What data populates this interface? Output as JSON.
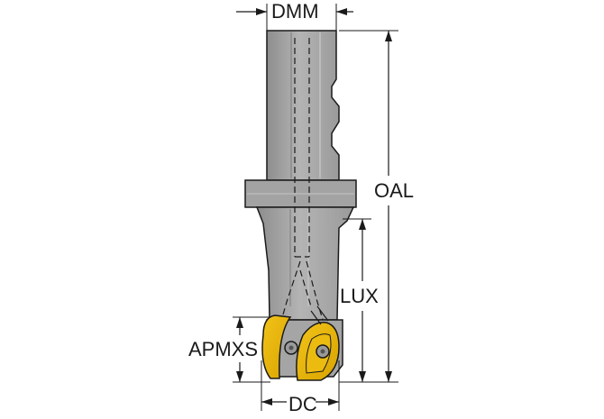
{
  "labels": {
    "dmm": "DMM",
    "oal": "OAL",
    "lux": "LUX",
    "apmxs": "APMXS",
    "dc": "DC"
  },
  "colors": {
    "shank_fill": "#a9a9a9",
    "shank_dark": "#8c8c8c",
    "shank_light": "#c8c8c8",
    "insert_fill": "#e8b400",
    "insert_dark": "#b88a00",
    "outline": "#1a1a1a",
    "background": "#ffffff"
  }
}
